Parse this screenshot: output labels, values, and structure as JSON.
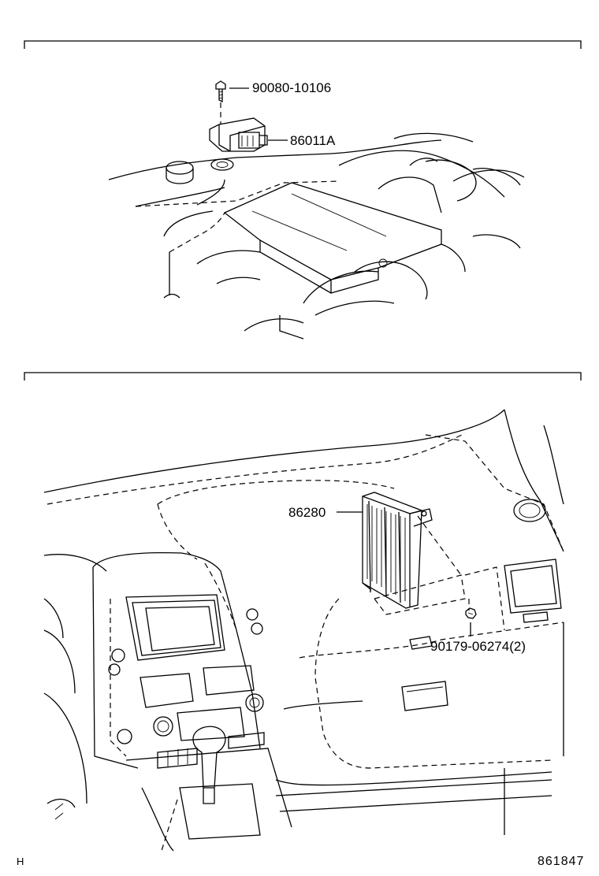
{
  "callouts": {
    "bolt_part": "90080-10106",
    "sensor_part": "86011A",
    "amplifier_part": "86280",
    "clip_part": "90179-06274(2)"
  },
  "footer": {
    "left_code": "H",
    "diagram_ref": "861847"
  }
}
